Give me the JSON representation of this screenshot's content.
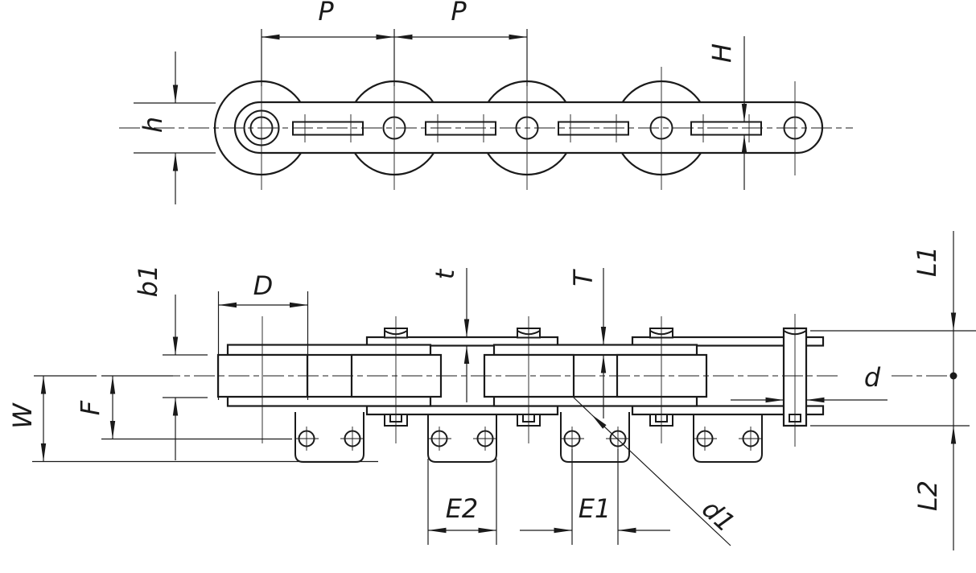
{
  "page": {
    "background": "#ffffff",
    "line_color": "#1a1a1a",
    "description": "Dimensioned engineering drawing of a roller chain with bent attachments, two orthographic views"
  },
  "views": {
    "side_elevation": "chain side view with rollers, link plates and pins",
    "plan_view": "chain plan view with rollers, inner and outer plates, pins and bent attachments with two holes each"
  },
  "labels": {
    "p1": "P",
    "p2": "P",
    "h": "h",
    "H": "H",
    "b1": "b1",
    "D": "D",
    "t": "t",
    "T": "T",
    "W": "W",
    "F": "F",
    "E2": "E2",
    "E1": "E1",
    "d1": "d1",
    "d": "d",
    "L1": "L1",
    "L2": "L2"
  }
}
